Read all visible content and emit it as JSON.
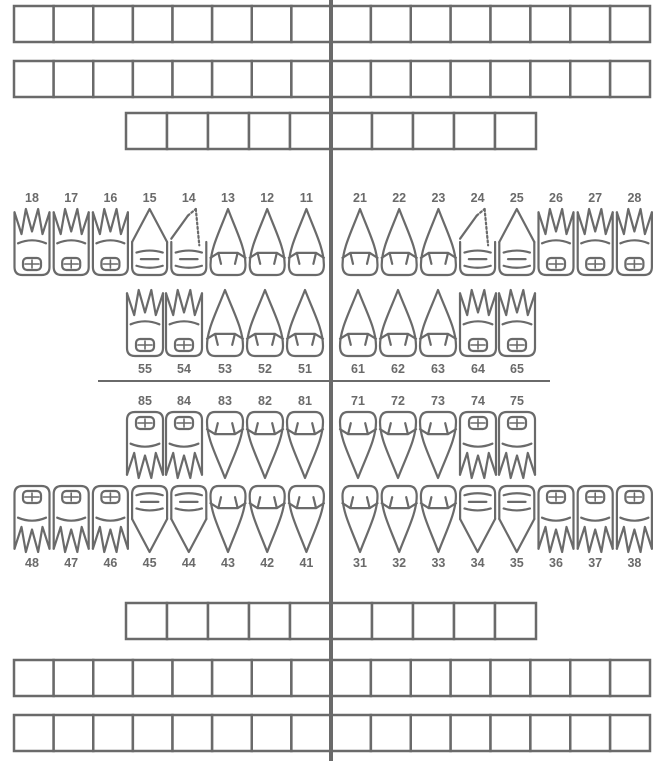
{
  "chart": {
    "line_color": "#6a6a6a",
    "upper_permanent": {
      "right": [
        "18",
        "17",
        "16",
        "15",
        "14",
        "13",
        "12",
        "11"
      ],
      "left": [
        "21",
        "22",
        "23",
        "24",
        "25",
        "26",
        "27",
        "28"
      ]
    },
    "upper_deciduous": {
      "right": [
        "55",
        "54",
        "53",
        "52",
        "51"
      ],
      "left": [
        "61",
        "62",
        "63",
        "64",
        "65"
      ]
    },
    "lower_deciduous": {
      "right": [
        "85",
        "84",
        "83",
        "82",
        "81"
      ],
      "left": [
        "71",
        "72",
        "73",
        "74",
        "75"
      ]
    },
    "lower_permanent": {
      "right": [
        "48",
        "47",
        "46",
        "45",
        "44",
        "43",
        "42",
        "41"
      ],
      "left": [
        "31",
        "32",
        "33",
        "34",
        "35",
        "36",
        "37",
        "38"
      ]
    }
  }
}
